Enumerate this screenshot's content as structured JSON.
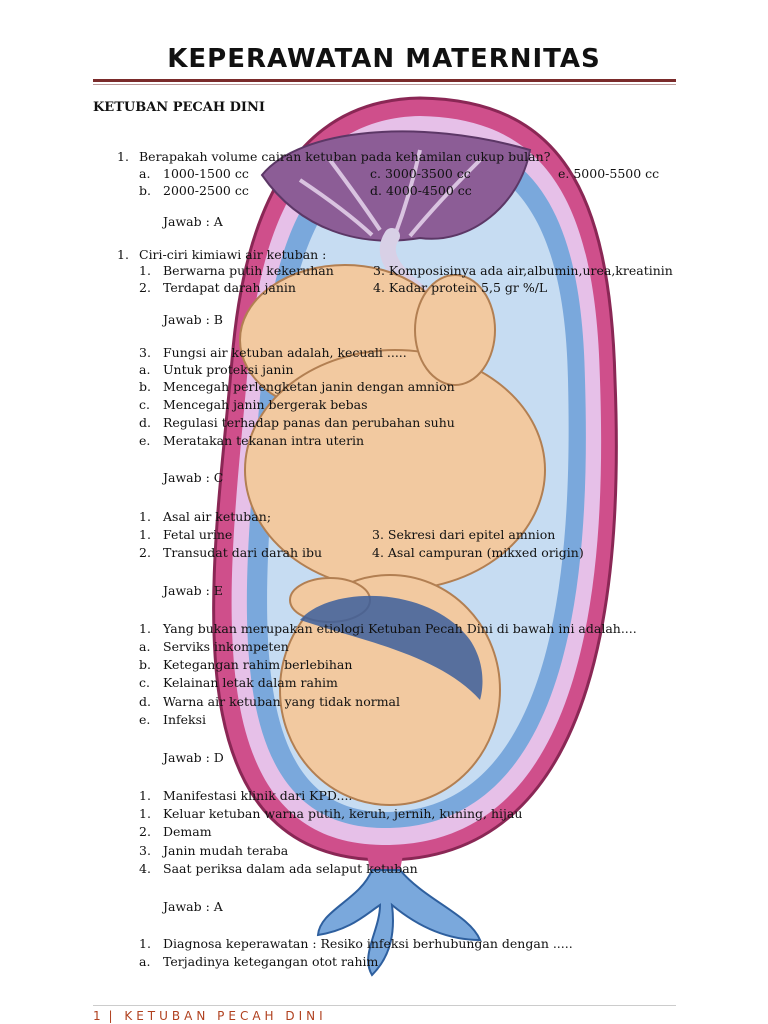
{
  "header": {
    "title": "KEPERAWATAN MATERNITAS"
  },
  "section_title": "KETUBAN PECAH DINI",
  "q1": {
    "num": "1.",
    "text": "Berapakah volume cairan ketuban pada kehamilan cukup bulan?",
    "opt_a_marker": "a.",
    "opt_a": "1000-1500 cc",
    "opt_b_marker": "b.",
    "opt_b": "2000-2500 cc",
    "opt_c": "c. 3000-3500 cc",
    "opt_d": "d. 4000-4500 cc",
    "opt_e": "e. 5000-5500 cc",
    "answer": "Jawab : A"
  },
  "q2": {
    "num": "1.",
    "text": "Ciri-ciri kimiawi air ketuban :",
    "i1_num": "1.",
    "i1": "Berwarna putih kekeruhan",
    "i2_num": "2.",
    "i2": "Terdapat darah janin",
    "i3": "3.  Komposisinya ada air,albumin,urea,kreatinin",
    "i4": "4.  Kadar protein 5,5 gr %/L",
    "answer": "Jawab : B"
  },
  "q3": {
    "num": "3.",
    "text": "Fungsi air ketuban adalah, kecuali .....",
    "a_m": "a.",
    "a": "Untuk proteksi janin",
    "b_m": "b.",
    "b": "Mencegah perlengketan janin dengan amnion",
    "c_m": "c.",
    "c": "Mencegah janin bergerak bebas",
    "d_m": "d.",
    "d": "Regulasi terhadap panas dan perubahan suhu",
    "e_m": "e.",
    "e": "Meratakan tekanan intra uterin",
    "answer": "Jawab : C"
  },
  "q4": {
    "num": "1.",
    "text": "Asal air ketuban;",
    "i1_num": "1.",
    "i1": "Fetal urine",
    "i2_num": "2.",
    "i2": "Transudat dari darah ibu",
    "i3": "3. Sekresi dari epitel amnion",
    "i4": "4. Asal campuran (mikxed origin)",
    "answer": "Jawab : E"
  },
  "q5": {
    "num": "1.",
    "text": "Yang bukan merupakan etiologi Ketuban Pecah Dini di bawah ini adalah....",
    "a_m": "a.",
    "a": "Serviks inkompeten",
    "b_m": "b.",
    "b": "Ketegangan rahim berlebihan",
    "c_m": "c.",
    "c": "Kelainan letak dalam rahim",
    "d_m": "d.",
    "d": "Warna air ketuban yang tidak normal",
    "e_m": "e.",
    "e": "Infeksi",
    "answer": "Jawab : D"
  },
  "q6": {
    "num": "1.",
    "text": "Manifestasi klinik dari KPD....",
    "i1_num": "1.",
    "i1": "Keluar ketuban warna putih, keruh, jernih, kuning, hijau",
    "i2_num": "2.",
    "i2": "Demam",
    "i3_num": "3.",
    "i3": "Janin mudah teraba",
    "i4_num": "4.",
    "i4": "Saat periksa dalam ada selaput ketuban",
    "answer": "Jawab : A"
  },
  "q7": {
    "num": "1.",
    "text": "Diagnosa keperawatan : Resiko infeksi berhubungan dengan .....",
    "a_m": "a.",
    "a": "Terjadinya ketegangan otot rahim"
  },
  "footer": {
    "page_number": "1",
    "separator": "|",
    "label": "KETUBAN PECAH DINI"
  },
  "colors": {
    "uterus_wall": "#c0407a",
    "amniotic_fluid": "#6d9fd4",
    "fetus_skin": "#f1c9a0",
    "placenta": "#8c5d96",
    "footer_text": "#b0411f"
  }
}
